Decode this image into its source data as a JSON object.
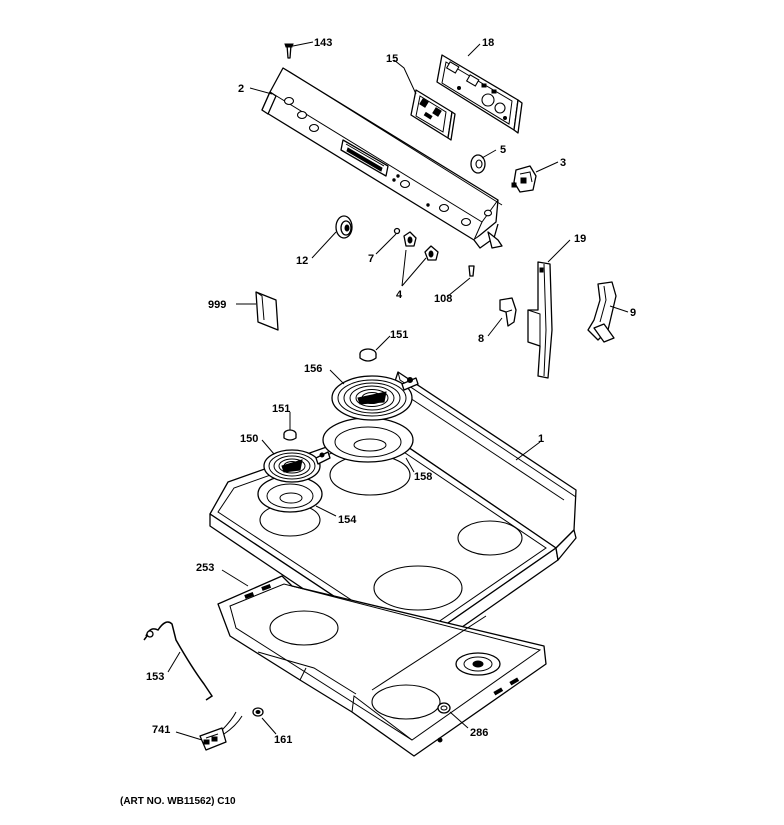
{
  "diagram": {
    "callouts": [
      {
        "id": "143",
        "label": "143"
      },
      {
        "id": "2",
        "label": "2"
      },
      {
        "id": "15",
        "label": "15"
      },
      {
        "id": "18",
        "label": "18"
      },
      {
        "id": "5",
        "label": "5"
      },
      {
        "id": "3",
        "label": "3"
      },
      {
        "id": "12",
        "label": "12"
      },
      {
        "id": "7",
        "label": "7"
      },
      {
        "id": "4",
        "label": "4"
      },
      {
        "id": "108",
        "label": "108"
      },
      {
        "id": "19",
        "label": "19"
      },
      {
        "id": "999",
        "label": "999"
      },
      {
        "id": "8",
        "label": "8"
      },
      {
        "id": "9",
        "label": "9"
      },
      {
        "id": "151a",
        "label": "151"
      },
      {
        "id": "156",
        "label": "156"
      },
      {
        "id": "151b",
        "label": "151"
      },
      {
        "id": "150",
        "label": "150"
      },
      {
        "id": "158",
        "label": "158"
      },
      {
        "id": "1",
        "label": "1"
      },
      {
        "id": "154",
        "label": "154"
      },
      {
        "id": "253",
        "label": "253"
      },
      {
        "id": "153",
        "label": "153"
      },
      {
        "id": "741",
        "label": "741"
      },
      {
        "id": "161",
        "label": "161"
      },
      {
        "id": "286",
        "label": "286"
      }
    ],
    "art_number": "(ART NO. WB11562) C10"
  }
}
